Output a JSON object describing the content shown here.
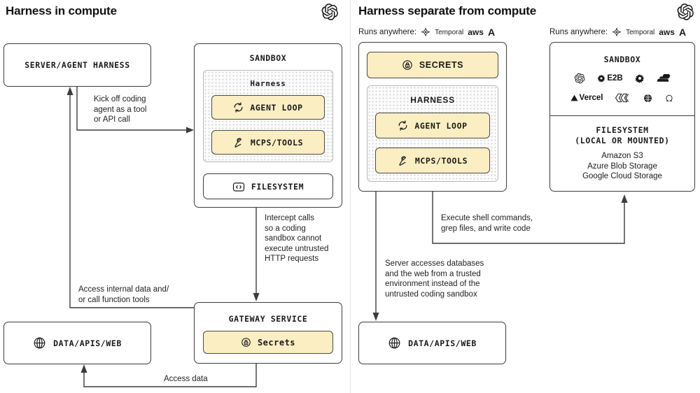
{
  "brand": {
    "logo": "openai-logo",
    "yellow": "#FAEEC2",
    "stroke": "#3C3C3C"
  },
  "panels": {
    "left": {
      "title": "Harness in compute",
      "boxes": {
        "server": {
          "label": "SERVER/AGENT HARNESS"
        },
        "sandbox": {
          "label": "SANDBOX"
        },
        "harness": {
          "label": "Harness"
        },
        "agent_loop": {
          "label": "AGENT LOOP",
          "icon": "refresh-loop-icon"
        },
        "mcps_tools": {
          "label": "MCPS/TOOLS",
          "icon": "hammer-icon"
        },
        "filesystem": {
          "label": "FILESYSTEM",
          "icon": "code-folder-icon"
        },
        "gateway": {
          "label": "GATEWAY SERVICE"
        },
        "secrets": {
          "label": "Secrets",
          "icon": "lock-icon"
        },
        "data_apis_web": {
          "label": "DATA/APIS/WEB",
          "icon": "globe-icon"
        }
      },
      "notes": {
        "kickoff": "Kick off coding\nagent as a tool\nor API call",
        "intercept": "Intercept calls\nso a coding\nsandbox cannot\nexecute untrusted\nHTTP requests",
        "access_internal": "Access internal data and/\nor call function tools",
        "access_data": "Access data"
      }
    },
    "right": {
      "title": "Harness separate from compute",
      "runs_anywhere": {
        "label": "Runs anywhere:",
        "providers": [
          "Temporal",
          "aws",
          "A"
        ]
      },
      "boxes": {
        "secrets": {
          "label": "SECRETS",
          "icon": "lock-icon"
        },
        "harness": {
          "label": "HARNESS"
        },
        "agent_loop": {
          "label": "AGENT LOOP",
          "icon": "refresh-loop-icon"
        },
        "mcps_tools": {
          "label": "MCPS/TOOLS",
          "icon": "hammer-icon"
        },
        "sandbox": {
          "label": "SANDBOX"
        },
        "data_apis_web": {
          "label": "DATA/APIS/WEB",
          "icon": "globe-icon"
        }
      },
      "sandbox_providers": {
        "row1": [
          "openai-logo",
          "E2B",
          "daytona-icon",
          "cloudflare-icon"
        ],
        "row2": [
          "Vercel",
          "modal-icon",
          "fly-icon",
          "omega-icon"
        ]
      },
      "filesystem": {
        "title": "FILESYSTEM\n(LOCAL OR MOUNTED)",
        "items": "Amazon S3\nAzure Blob Storage\nGoogle Cloud Storage"
      },
      "notes": {
        "execute": "Execute shell commands,\ngrep files, and write code",
        "server_access": "Server accesses databases\nand the web from a trusted\nenvironment instead of the\nuntrusted coding sandbox"
      }
    }
  }
}
